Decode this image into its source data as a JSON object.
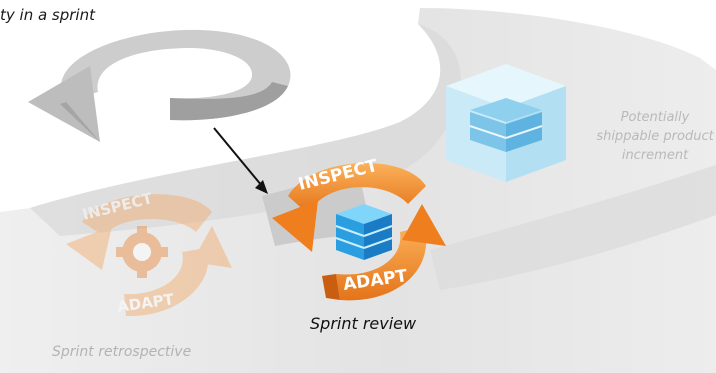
{
  "labels": {
    "activity": "ty in a sprint",
    "shippable": "Potentially shippable product increment",
    "sprint_review": "Sprint review",
    "sprint_retrospective": "Sprint retrospective"
  },
  "review_cycle": {
    "top": "INSPECT",
    "bottom": "ADAPT"
  },
  "retro_cycle": {
    "top": "INSPECT",
    "bottom": "ADAPT"
  },
  "colors": {
    "track_light": "#e9e9e9",
    "track_shadow": "#cfcfcf",
    "review_orange": "#f28a1e",
    "retro_orange_faded": "#f6c49a",
    "increment_blue": "#2aa4e6",
    "shippable_blue_faded": "#bfe6f6"
  },
  "icons": {
    "loop": "circular-arrow-icon",
    "pointer": "black-arrow-icon",
    "increment": "blue-cube-stack-icon",
    "retro_center": "gear-icon"
  }
}
